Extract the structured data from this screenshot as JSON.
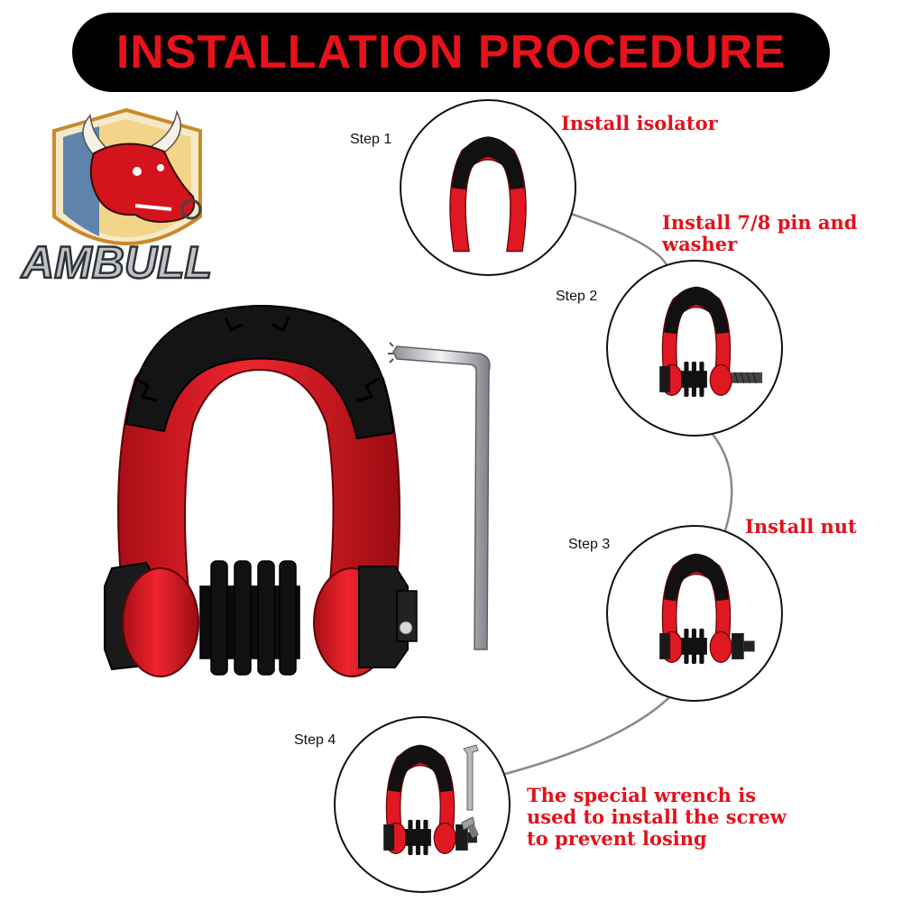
{
  "banner": {
    "title": "INSTALLATION PROCEDURE"
  },
  "brand": {
    "name": "AMBULL"
  },
  "steps": [
    {
      "label": "Step 1",
      "caption": "Install isolator"
    },
    {
      "label": "Step 2",
      "caption_line1": "Install 7/8 pin and",
      "caption_line2": "washer"
    },
    {
      "label": "Step 3",
      "caption": "Install nut"
    },
    {
      "label": "Step 4",
      "caption_line1": "The special wrench is",
      "caption_line2": "used to install the screw",
      "caption_line3": "to prevent losing"
    }
  ],
  "colors": {
    "accent": "#e3121b",
    "banner_bg": "#000000",
    "shackle_red": "#e01822",
    "isolator_black": "#111111"
  }
}
